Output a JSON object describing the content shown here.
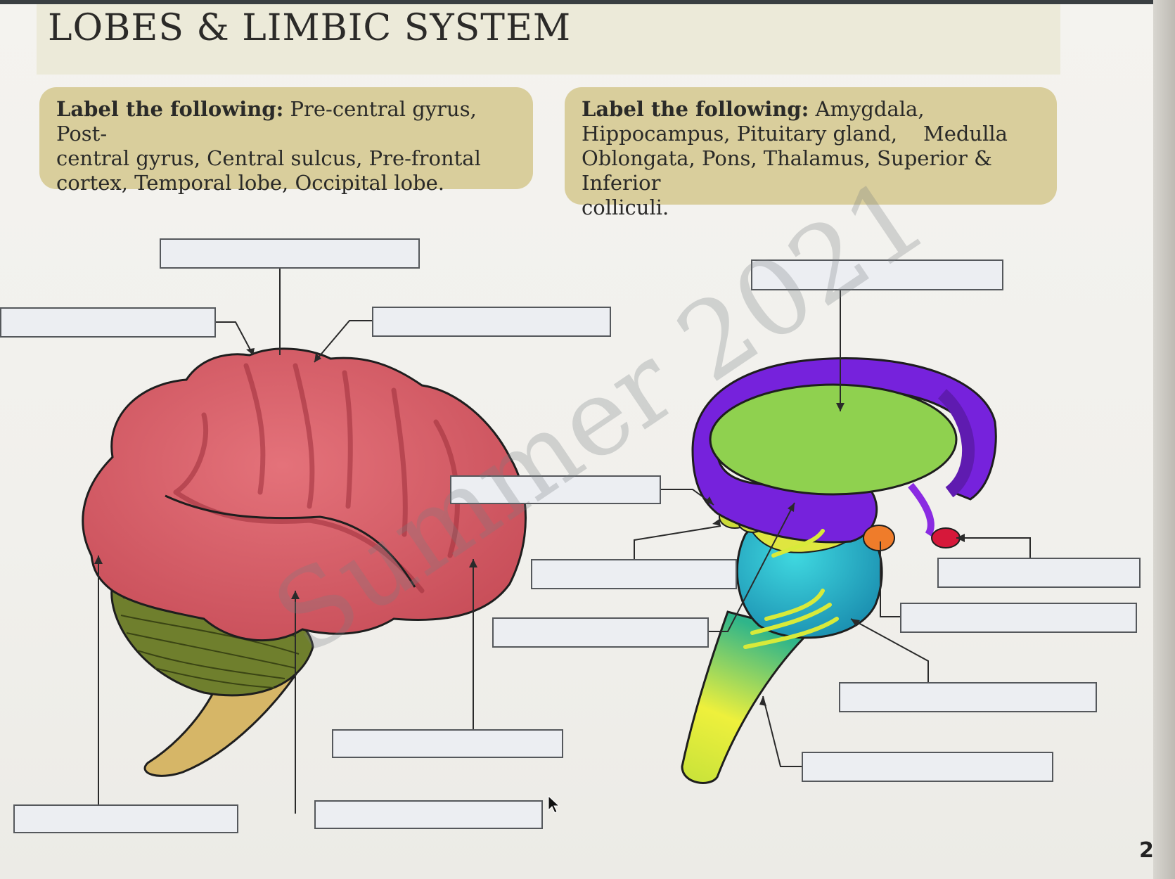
{
  "page": {
    "title": "LOBES & LIMBIC SYSTEM",
    "page_number": "2",
    "watermark": "Summer 2021"
  },
  "instructions": {
    "left": {
      "lead": "Label the following:",
      "lines": [
        "Pre-central gyrus, Post-",
        "central gyrus, Central sulcus, Pre-frontal",
        "cortex, Temporal lobe, Occipital lobe."
      ]
    },
    "right": {
      "lead": "Label the following:",
      "lines": [
        "Amygdala,",
        "Hippocampus, Pituitary gland,    Medulla",
        "Oblongata, Pons, Thalamus, Superior & Inferior",
        "colliculi."
      ]
    }
  },
  "colors": {
    "cortex": "#d9636b",
    "cerebellum": "#6b7a2a",
    "brainstem_left": "#d7b86a",
    "thalamus": "#8fd14f",
    "limbic_purple": "#7a22e0",
    "brainstem_cyan": "#27c7d3",
    "brainstem_yellow": "#e8ee3a",
    "instruction_box": "#d9ce9c",
    "label_box": "#eceef2"
  },
  "icons": {
    "cursor": "mouse-pointer-icon"
  }
}
